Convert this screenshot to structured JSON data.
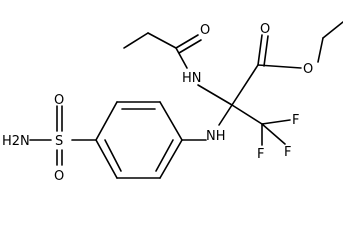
{
  "molecule": {
    "atoms": {
      "o_acyl": "O",
      "nh_amide": "HN",
      "o_ester_carbonyl": "O",
      "o_ester": "O",
      "nh_aniline": "NH",
      "f1": "F",
      "f2": "F",
      "f3": "F",
      "o_sulfonyl_top": "O",
      "o_sulfonyl_bottom": "O",
      "s": "S",
      "nh2": "H2N"
    }
  }
}
